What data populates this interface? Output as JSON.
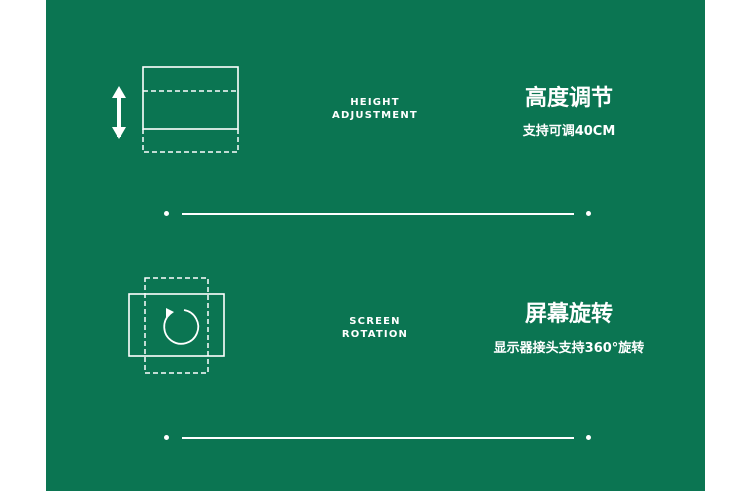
{
  "colors": {
    "panel": "#0b7552",
    "foreground": "#ffffff",
    "page": "#ffffff"
  },
  "features": [
    {
      "icon": "height-adjustment-icon",
      "label_en": [
        "HEIGHT",
        "ADJUSTMENT"
      ],
      "title_cn": "高度调节",
      "desc_cn": "支持可调40CM"
    },
    {
      "icon": "screen-rotation-icon",
      "label_en": [
        "SCREEN",
        "ROTATION"
      ],
      "title_cn": "屏幕旋转",
      "desc_cn": "显示器接头支持360°旋转"
    }
  ]
}
